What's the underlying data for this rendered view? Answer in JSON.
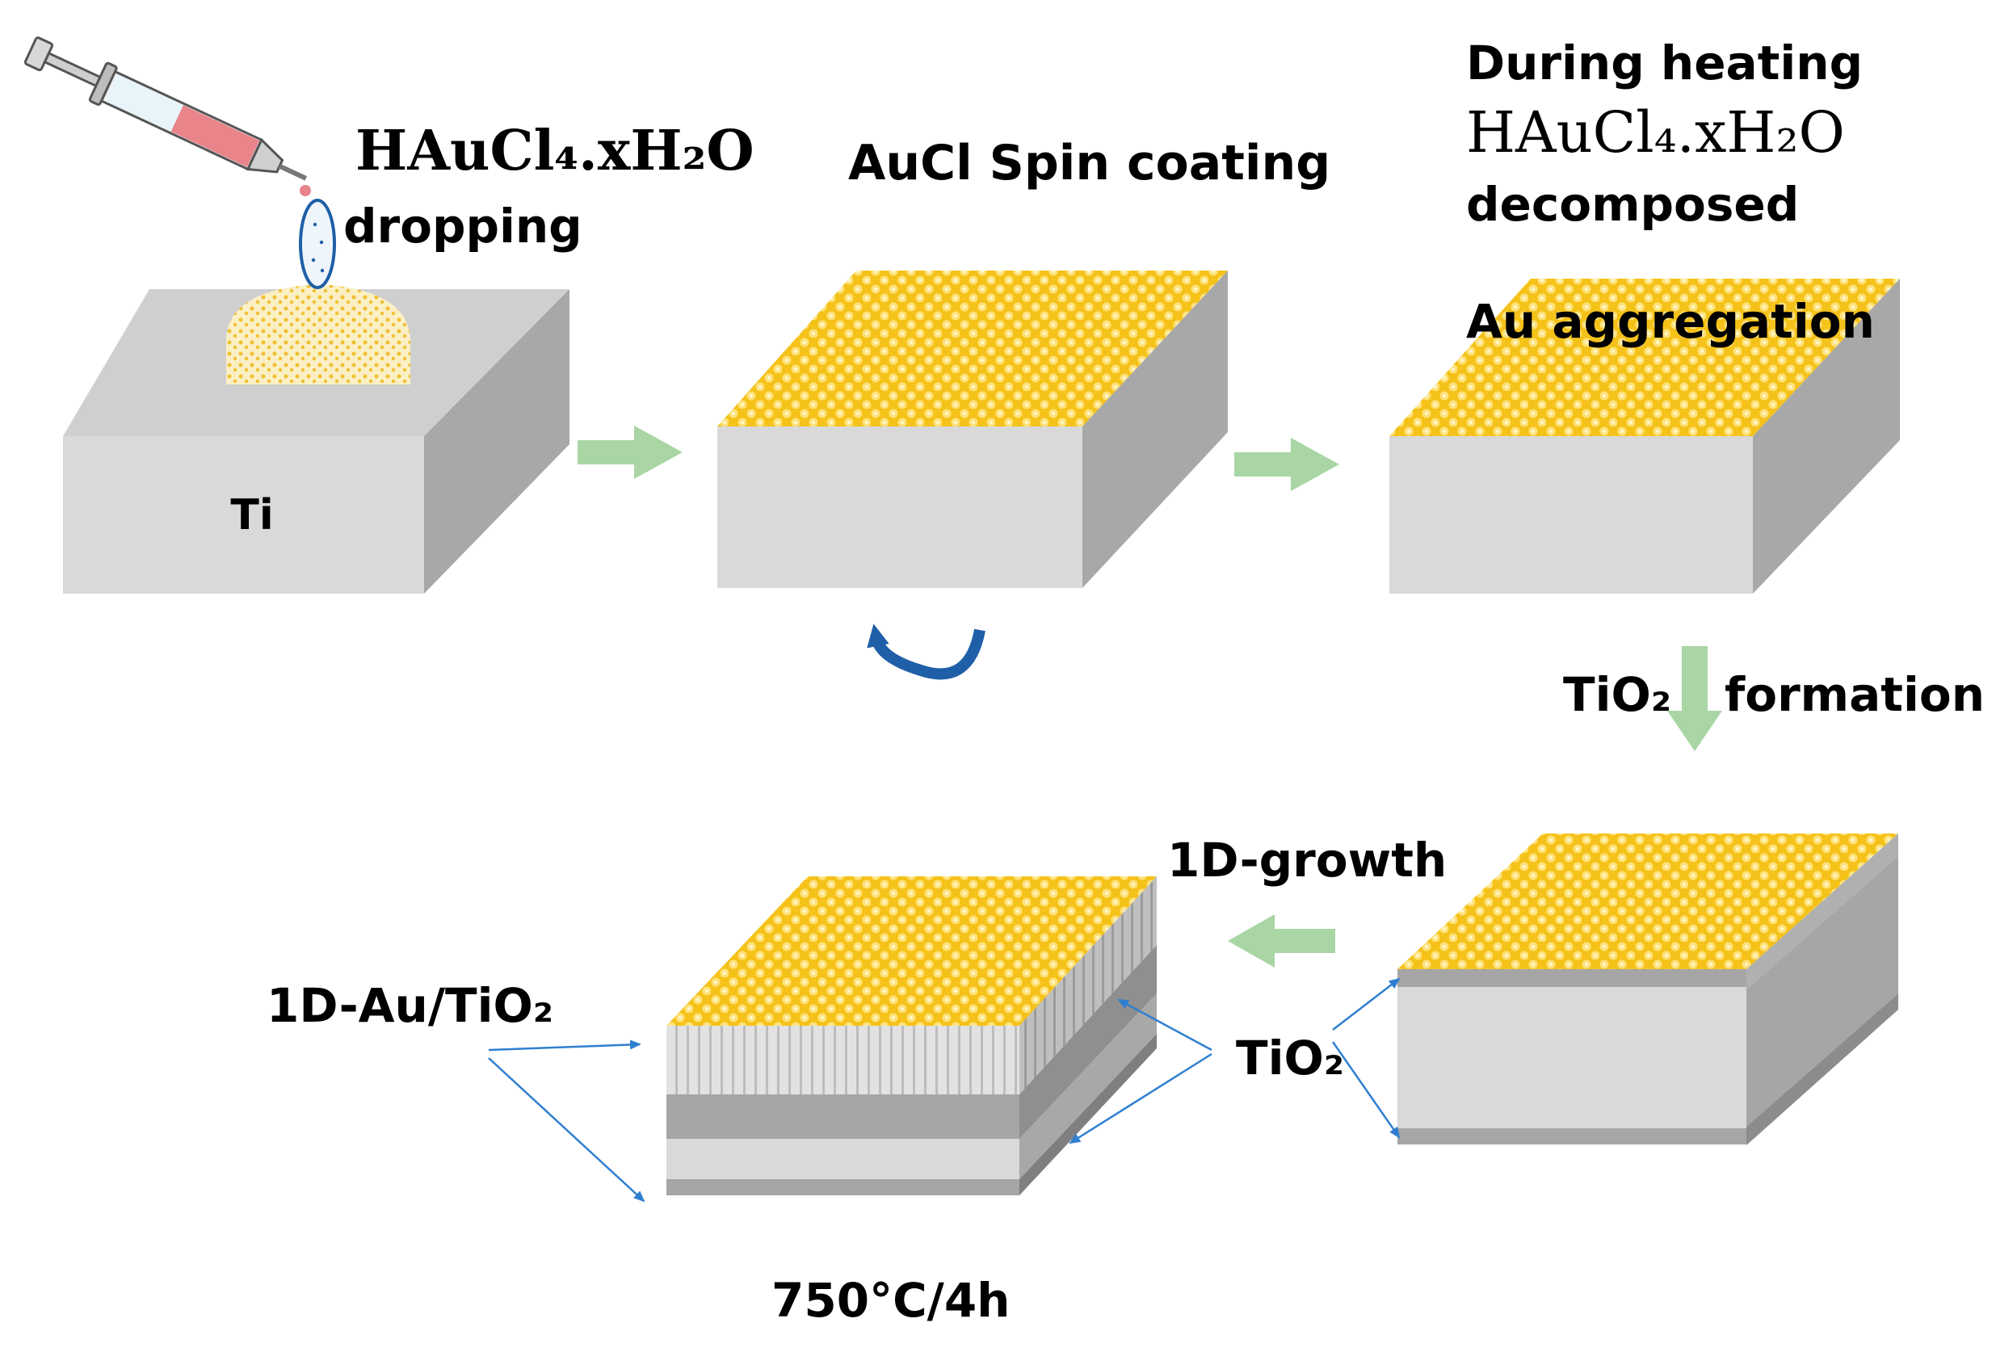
{
  "labels": {
    "step1_formula": "HAuCl₄.xH₂O",
    "step1_action": "dropping",
    "substrate": "Ti",
    "step2_title": "AuCl Spin coating",
    "step3_line1": "During heating",
    "step3_formula": "HAuCl₄.xH₂O",
    "step3_line3": "decomposed",
    "step3_state": "Au aggregation",
    "arrow_down_left": "TiO₂",
    "arrow_down_right": "formation",
    "growth_label": "1D-growth",
    "product_label": "1D-Au/TiO₂",
    "oxide_label": "TiO₂",
    "conditions": "750°C/4h"
  },
  "colors": {
    "gold": "#f2b800",
    "gold_light": "#ffd84a",
    "block_front": "#d9d9d9",
    "block_side": "#a6a6a6",
    "block_top": "#c8c8c8",
    "process_arrow": "#a9d6a4",
    "pointer": "#2f7fd0",
    "rotation": "#1f5fa8"
  },
  "icons": {
    "syringe": "syringe-icon",
    "droplet": "droplet-icon",
    "rotation": "rotation-arrow-icon"
  }
}
